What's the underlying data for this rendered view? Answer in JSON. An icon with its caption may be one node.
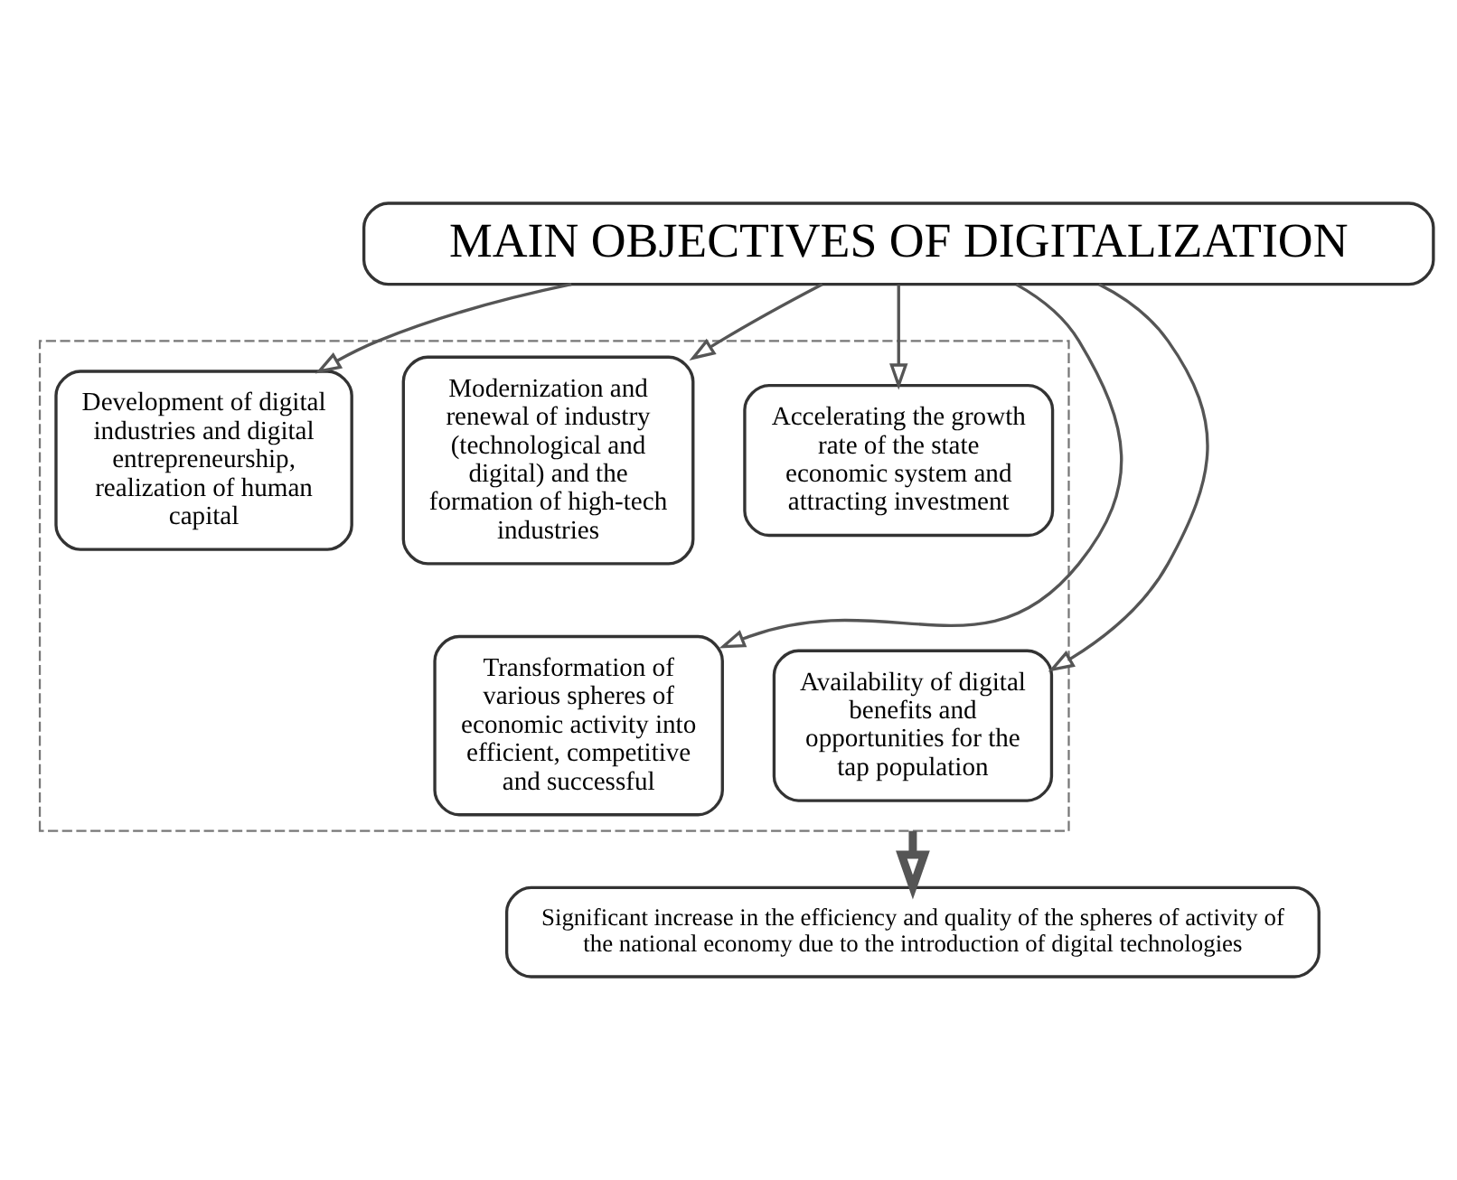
{
  "diagram": {
    "nodes": [
      {
        "text": [
          "MAIN OBJECTIVES OF DIGITALIZATION"
        ]
      },
      {
        "text": [],
        "shape": "box"
      },
      {
        "text": [
          "Accelerating the growth rate of the state economic system and attracting investment"
        ],
        "in": 1
      },
      {
        "text": [
          "Modernization and renewal of industry (technological and digital) and the formation of high-tech industries"
        ],
        "in": 1
      },
      {
        "text": [
          "Development of digital industries and digital entrepreneurship, realization of human capital"
        ],
        "in": 1
      },
      {
        "text": [
          "Transformation of various spheres of economic activity into efficient, competitive and successful"
        ],
        "in": 1
      },
      {
        "text": [
          "Availability of digital benefits and opportunities for the tap population"
        ],
        "in": 1
      },
      {
        "text": [
          "Significant increase in the efficiency and quality of the spheres of activity of the national economy due to the introduction of digital technologies"
        ]
      }
    ],
    "edges": [
      {
        "from": 0,
        "to": 2,
        "arrow": "to"
      },
      {
        "from": 0,
        "to": 5,
        "arrow": "to"
      },
      {
        "from": 0,
        "to": 3,
        "arrow": "to"
      },
      {
        "from": 0,
        "to": 6,
        "arrow": "to"
      },
      {
        "from": 0,
        "to": 4,
        "arrow": "to"
      },
      {
        "from": 1,
        "to": 7,
        "arrow": "to",
        "style": "thick"
      }
    ]
  }
}
